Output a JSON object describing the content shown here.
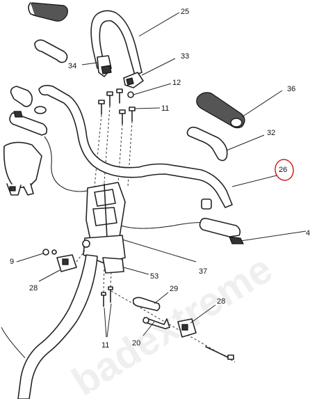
{
  "callouts": [
    {
      "id": "c25",
      "text": "25"
    },
    {
      "id": "c33",
      "text": "33"
    },
    {
      "id": "c34",
      "text": "34"
    },
    {
      "id": "c12",
      "text": "12"
    },
    {
      "id": "c11a",
      "text": "11"
    },
    {
      "id": "c36",
      "text": "36"
    },
    {
      "id": "c32",
      "text": "32"
    },
    {
      "id": "c26",
      "text": "26"
    },
    {
      "id": "c4",
      "text": "4"
    },
    {
      "id": "c9",
      "text": "9"
    },
    {
      "id": "c28a",
      "text": "28"
    },
    {
      "id": "c53",
      "text": "53"
    },
    {
      "id": "c37",
      "text": "37"
    },
    {
      "id": "c29",
      "text": "29"
    },
    {
      "id": "c28b",
      "text": "28"
    },
    {
      "id": "c20",
      "text": "20"
    },
    {
      "id": "c11b",
      "text": "11"
    }
  ],
  "watermark": "badextreme",
  "highlight": {
    "target": "26",
    "color": "#cc0000"
  },
  "colors": {
    "line": "#222222",
    "background": "#ffffff",
    "watermark": "#000000"
  }
}
